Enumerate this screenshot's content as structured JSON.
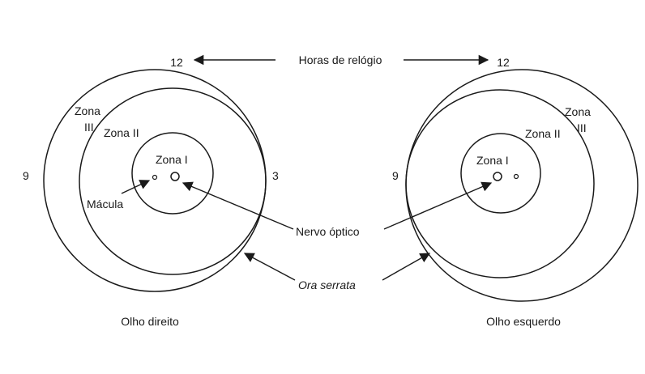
{
  "clock_hours": {
    "label": "Horas de relógio",
    "top_left": "12",
    "top_right": "12",
    "right_eye_9": "9",
    "right_eye_3": "3",
    "left_eye_9": "9"
  },
  "right_eye": {
    "caption": "Olho direito",
    "zone3_line1": "Zona",
    "zone3_line2": "III",
    "zone2": "Zona II",
    "zone1": "Zona I",
    "macula": "Mácula"
  },
  "left_eye": {
    "caption": "Olho esquerdo",
    "zone3_line1": "Zona",
    "zone3_line2": "III",
    "zone2": "Zona II",
    "zone1": "Zona I"
  },
  "center": {
    "optic_nerve": "Nervo óptico",
    "ora_serrata": "Ora serrata"
  },
  "colors": {
    "ink": "#1a1a1a",
    "background": "#ffffff"
  }
}
